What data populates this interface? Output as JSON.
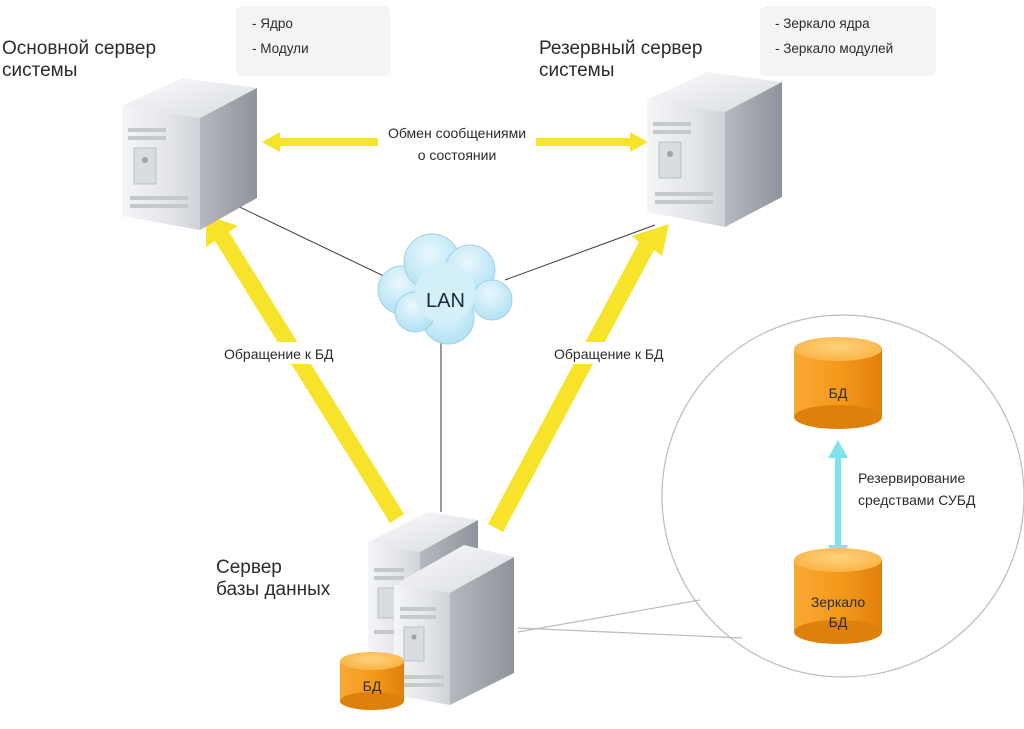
{
  "primary_server": {
    "title_line1": "Основной сервер",
    "title_line2": "системы",
    "items": [
      "- Ядро",
      "- Модули"
    ]
  },
  "backup_server": {
    "title_line1": "Резервный сервер",
    "title_line2": "системы",
    "items": [
      "- Зеркало ядра",
      "- Зеркало модулей"
    ]
  },
  "heartbeat": {
    "line1": "Обмен сообщениями",
    "line2": "о состоянии"
  },
  "network": {
    "label": "LAN"
  },
  "db_access_left": "Обращение к БД",
  "db_access_right": "Обращение к БД",
  "db_server": {
    "title_line1": "Сервер",
    "title_line2": "базы данных",
    "db_label": "БД"
  },
  "zoom": {
    "db_label": "БД",
    "mirror_line1": "Зеркало",
    "mirror_line2": "БД",
    "replication_line1": "Резервирование",
    "replication_line2": "средствами СУБД"
  },
  "colors": {
    "arrow_yellow": "#f7e32a",
    "replication_cyan": "#7fe3ea",
    "db_orange": "#f49a1c",
    "cloud_blue": "#bfe8f6"
  }
}
